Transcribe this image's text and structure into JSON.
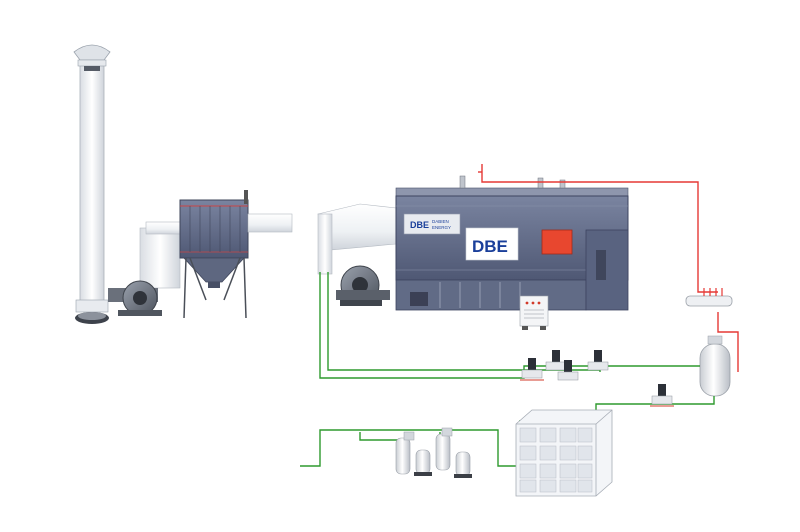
{
  "brand": {
    "logo_text": "DBE",
    "nameplate_logo": "DBE",
    "nameplate_line1": "DABIEN",
    "nameplate_line2": "ENERGY"
  },
  "colors": {
    "steam_line": "#e53935",
    "water_line": "#2e9a2e",
    "boiler_casing": "#5f6a86",
    "boiler_casing_light": "#8a93ab",
    "duct": "#f2f4f7",
    "control_panel": "#e8472f",
    "logo_blue": "#1a3f9a"
  },
  "components": [
    "chimney",
    "induced-draft-fan",
    "bag-filter",
    "forced-draft-fan",
    "boiler",
    "steam-header",
    "deaerator",
    "feed-pump",
    "water-tank",
    "water-softener"
  ]
}
